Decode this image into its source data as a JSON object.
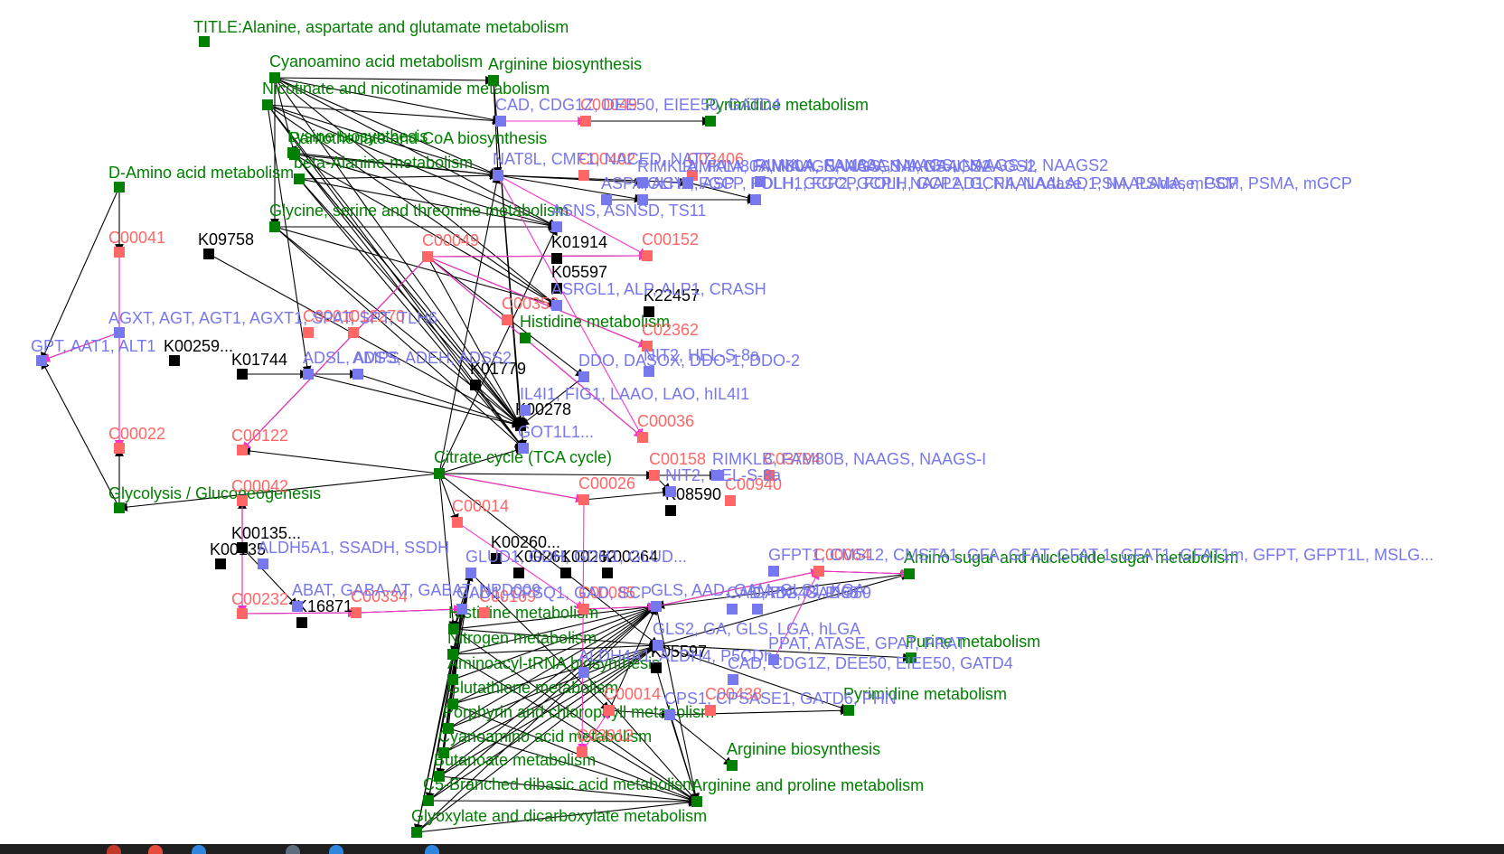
{
  "colors": {
    "map": "#008000",
    "compound": "#ff6666",
    "gene": "#7777ee",
    "ko": "#000000",
    "edge": "#000000",
    "relation_edge": "#ff33cc",
    "taskbar": "#1f1f1f"
  },
  "title": "TITLE:Alanine, aspartate and glutamate metabolism",
  "nodes": [
    {
      "id": "title",
      "type": "map",
      "label": "TITLE:Alanine, aspartate and glutamate metabolism"
    },
    {
      "id": "cyano1",
      "type": "map",
      "label": "Cyanoamino acid metabolism"
    },
    {
      "id": "arg1",
      "type": "map",
      "label": "Arginine biosynthesis"
    },
    {
      "id": "nic1",
      "type": "map",
      "label": "Nicotinate and nicotinamide metabolism"
    },
    {
      "id": "lys1",
      "type": "map",
      "label": "Lysine biosynthesis"
    },
    {
      "id": "panto1",
      "type": "map",
      "label": "Pantothenate and CoA biosynthesis"
    },
    {
      "id": "beta1",
      "type": "map",
      "label": "beta-Alanine metabolism"
    },
    {
      "id": "gly1",
      "type": "map",
      "label": "Glycine, serine and threonine metabolism"
    },
    {
      "id": "pyrmap1",
      "type": "map",
      "label": "Pyrimidine metabolism"
    },
    {
      "id": "damino",
      "type": "map",
      "label": "D-Amino acid metabolism"
    },
    {
      "id": "his1",
      "type": "map",
      "label": "Histidine metabolism"
    },
    {
      "id": "tca",
      "type": "map",
      "label": "Citrate cycle (TCA cycle)"
    },
    {
      "id": "glyco",
      "type": "map",
      "label": "Glycolysis / Gluconeogenesis"
    },
    {
      "id": "aminosugar",
      "type": "map",
      "label": "Amino sugar and nucleotide sugar metabolism"
    },
    {
      "id": "purmap",
      "type": "map",
      "label": "Purine metabolism"
    },
    {
      "id": "pyrmap2",
      "type": "map",
      "label": "Pyrimidine metabolism"
    },
    {
      "id": "arg2",
      "type": "map",
      "label": "Arginine biosynthesis"
    },
    {
      "id": "argpro",
      "type": "map",
      "label": "Arginine and proline metabolism"
    },
    {
      "id": "his2",
      "type": "map",
      "label": "Histidine metabolism"
    },
    {
      "id": "nitro",
      "type": "map",
      "label": "Nitrogen metabolism"
    },
    {
      "id": "aminoacyl",
      "type": "map",
      "label": "Aminoacyl-tRNA biosynthesis"
    },
    {
      "id": "glut",
      "type": "map",
      "label": "Glutathione metabolism"
    },
    {
      "id": "porph",
      "type": "map",
      "label": "Porphyrin and chlorophyll metabolism"
    },
    {
      "id": "cyano2",
      "type": "map",
      "label": "Cyanoamino acid metabolism"
    },
    {
      "id": "butan",
      "type": "map",
      "label": "Butanoate metabolism"
    },
    {
      "id": "c5",
      "type": "map",
      "label": "C5-Branched dibasic acid metabolism"
    },
    {
      "id": "glyox",
      "type": "map",
      "label": "Glyoxylate and dicarboxylate metabolism"
    },
    {
      "id": "c00041",
      "type": "compound",
      "label": "C00041"
    },
    {
      "id": "c00022",
      "type": "compound",
      "label": "C00022"
    },
    {
      "id": "c00122",
      "type": "compound",
      "label": "C00122"
    },
    {
      "id": "c00042",
      "type": "compound",
      "label": "C00042"
    },
    {
      "id": "c00232",
      "type": "compound",
      "label": "C00232"
    },
    {
      "id": "c00334",
      "type": "compound",
      "label": "C00334"
    },
    {
      "id": "c00014a",
      "type": "compound",
      "label": "C00014"
    },
    {
      "id": "c00152",
      "type": "compound",
      "label": "C00152"
    },
    {
      "id": "c02362",
      "type": "compound",
      "label": "C02362"
    },
    {
      "id": "c00036",
      "type": "compound",
      "label": "C00036"
    },
    {
      "id": "c00158",
      "type": "compound",
      "label": "C00158"
    },
    {
      "id": "c00026",
      "type": "compound",
      "label": "C00026"
    },
    {
      "id": "c00940",
      "type": "compound",
      "label": "C00940"
    },
    {
      "id": "c00014b",
      "type": "compound",
      "label": "C00014"
    },
    {
      "id": "c03912",
      "type": "compound",
      "label": "C03912"
    },
    {
      "id": "c00049a",
      "type": "compound",
      "label": "C00049"
    },
    {
      "id": "c00049b",
      "type": "compound",
      "label": "C00049"
    },
    {
      "id": "c00064",
      "type": "compound",
      "label": "C00064"
    },
    {
      "id": "c00085",
      "type": "compound",
      "label": "C00085"
    },
    {
      "id": "c00352",
      "type": "compound",
      "label": "C00352"
    },
    {
      "id": "c03406",
      "type": "compound",
      "label": "C03406"
    },
    {
      "id": "c03794",
      "type": "compound",
      "label": "C03794"
    },
    {
      "id": "c00402",
      "type": "compound",
      "label": "C00402"
    },
    {
      "id": "c00169",
      "type": "compound",
      "label": "C00169"
    },
    {
      "id": "c12270",
      "type": "compound",
      "label": "C12270"
    },
    {
      "id": "c00010",
      "type": "compound",
      "label": "C00010"
    },
    {
      "id": "c00438",
      "type": "compound",
      "label": "C00438"
    },
    {
      "id": "k09758",
      "type": "ko",
      "label": "K09758"
    },
    {
      "id": "k00259",
      "type": "ko",
      "label": "K00259..."
    },
    {
      "id": "k01744",
      "type": "ko",
      "label": "K01744"
    },
    {
      "id": "k01914",
      "type": "ko",
      "label": "K01914"
    },
    {
      "id": "k05597a",
      "type": "ko",
      "label": "K05597"
    },
    {
      "id": "k22457",
      "type": "ko",
      "label": "K22457"
    },
    {
      "id": "k01779",
      "type": "ko",
      "label": "K01779"
    },
    {
      "id": "k00278",
      "type": "ko",
      "label": "K00278"
    },
    {
      "id": "k08590",
      "type": "ko",
      "label": "K08590"
    },
    {
      "id": "k00135a",
      "type": "ko",
      "label": "K00135..."
    },
    {
      "id": "k00135b",
      "type": "ko",
      "label": "K00135"
    },
    {
      "id": "k16871",
      "type": "ko",
      "label": "K16871"
    },
    {
      "id": "k00260",
      "type": "ko",
      "label": "K00260..."
    },
    {
      "id": "k00261",
      "type": "ko",
      "label": "K00261"
    },
    {
      "id": "k00262",
      "type": "ko",
      "label": "K00262"
    },
    {
      "id": "k00264",
      "type": "ko",
      "label": "K00264"
    },
    {
      "id": "k05597b",
      "type": "ko",
      "label": "K05597"
    },
    {
      "id": "gpt",
      "type": "gene",
      "label": "GPT, AAT1, ALT1"
    },
    {
      "id": "agxt",
      "type": "gene",
      "label": "AGXT, AGT, AGT1, AGXT1, SPAT, SPT, TLH6"
    },
    {
      "id": "cad1",
      "type": "gene",
      "label": "CAD, CDG1Z, DEE50, EIEE50, GATD4"
    },
    {
      "id": "aspa",
      "type": "gene",
      "label": "ASPA, ACY2, ASP"
    },
    {
      "id": "naat",
      "type": "gene",
      "label": "NAT8L, CMF1, NACED, NAT7"
    },
    {
      "id": "rimkla1",
      "type": "gene",
      "label": "RIMKLA, FAM80A, NAAGS, NAAGS-II, NAAGS2"
    },
    {
      "id": "rimkla2",
      "type": "gene",
      "label": "RIMKLA, FAM80A, NAAGS, NAAGS-II, NAAGS2"
    },
    {
      "id": "rimkla3",
      "type": "gene",
      "label": "RIMKLA, FAM80A, NAAGS, NAAGS-II, NAAGS2"
    },
    {
      "id": "folh1a",
      "type": "gene",
      "label": "FOLH1, FGCP, FOLH, GCP2, GCPII, NAALAD1, NAALAdase, PSM, PSMA, mGCP"
    },
    {
      "id": "folh1b",
      "type": "gene",
      "label": "FOLH1, FGCP, FOLH, GCP2, GCPII, NAALAD1, NAALAdase, PSM, PSMA, mGCP"
    },
    {
      "id": "asns",
      "type": "gene",
      "label": "ASNS, ASNSD, TS11"
    },
    {
      "id": "asrgl1",
      "type": "gene",
      "label": "ASRGL1, ALP, ALP1, CRASH"
    },
    {
      "id": "gad1",
      "type": "gene",
      "label": "GAD1, CPSQ1, GAD, SCP"
    },
    {
      "id": "gad2",
      "type": "gene",
      "label": "GAD2, GAD65"
    },
    {
      "id": "adsl",
      "type": "gene",
      "label": "ADSL, AMPS"
    },
    {
      "id": "adss",
      "type": "gene",
      "label": "ADSS, ADEH, ADSS2"
    },
    {
      "id": "ddo",
      "type": "gene",
      "label": "DDO, DASOX, DDO-1, DDO-2"
    },
    {
      "id": "nit2a",
      "type": "gene",
      "label": "NIT2, HEL-S-8a"
    },
    {
      "id": "il4i1",
      "type": "gene",
      "label": "IL4I1, FIG1, LAAO, LAO, hIL4I1"
    },
    {
      "id": "got1l1",
      "type": "gene",
      "label": "GOT1L1..."
    },
    {
      "id": "rimklb",
      "type": "gene",
      "label": "RIMKLB, FAM80B, NAAGS, NAAGS-I"
    },
    {
      "id": "nit2b",
      "type": "gene",
      "label": "NIT2, HEL-S-8a"
    },
    {
      "id": "aldh5a1",
      "type": "gene",
      "label": "ALDH5A1, SSADH, SSDH"
    },
    {
      "id": "abat",
      "type": "gene",
      "label": "ABAT, GABA-AT, GABAT, NPD009"
    },
    {
      "id": "glud",
      "type": "gene",
      "label": "GLUD1, GDH, GDH1, GLUD..."
    },
    {
      "id": "gfpt1",
      "type": "gene",
      "label": "GFPT1, CMS12, CMSTA1, GFA, GFAT, GFAT 1, GFAT1, GFAT1m, GFPT, GFPT1L, MSLG..."
    },
    {
      "id": "gls",
      "type": "gene",
      "label": "GLS, AAD, GAM, GLS1, KGA"
    },
    {
      "id": "gls2",
      "type": "gene",
      "label": "GLS2, GA, GLS, LGA, hLGA"
    },
    {
      "id": "pigh",
      "type": "gene",
      "label": "CAD, PIG43, PIG59"
    },
    {
      "id": "ppat",
      "type": "gene",
      "label": "PPAT, ATASE, GPAT, PRAT"
    },
    {
      "id": "cad2",
      "type": "gene",
      "label": "CAD, CDG1Z, DEE50, EIEE50, GATD4"
    },
    {
      "id": "aldh4a1",
      "type": "gene",
      "label": "ALDH4A1, ALDH4, P5CDh"
    },
    {
      "id": "cps1",
      "type": "gene",
      "label": "CPS1, CPSASE1, GATD6, PHN"
    }
  ],
  "edges": [
    [
      "damino",
      "gpt"
    ],
    [
      "glyco",
      "gpt"
    ],
    [
      "damino",
      "c00041"
    ],
    [
      "glyco",
      "c00022"
    ],
    [
      "agxt",
      "gpt"
    ],
    [
      "c00041",
      "c00022"
    ],
    [
      "tca",
      "c00122"
    ],
    [
      "tca",
      "glyco"
    ],
    [
      "tca",
      "naat"
    ],
    [
      "tca",
      "asns"
    ],
    [
      "tca",
      "got1l1"
    ],
    [
      "tca",
      "c00014a"
    ],
    [
      "tca",
      "c00158"
    ],
    [
      "tca",
      "his2"
    ],
    [
      "tca",
      "gls2"
    ],
    [
      "tca",
      "c00026"
    ],
    [
      "k00135a",
      "abat"
    ],
    [
      "k00135a",
      "c00042"
    ],
    [
      "c00042",
      "c00232"
    ],
    [
      "c00232",
      "c00334"
    ],
    [
      "c00334",
      "gad1"
    ],
    [
      "gad1",
      "glud"
    ],
    [
      "glud",
      "c00014b"
    ],
    [
      "cyano1",
      "arg1"
    ],
    [
      "cyano1",
      "cad1"
    ],
    [
      "cyano1",
      "naat"
    ],
    [
      "cyano1",
      "asns"
    ],
    [
      "cyano1",
      "asrgl1"
    ],
    [
      "cyano1",
      "k00278"
    ],
    [
      "cyano1",
      "gly1"
    ],
    [
      "cyano1",
      "panto1"
    ],
    [
      "nic1",
      "cad1"
    ],
    [
      "nic1",
      "naat"
    ],
    [
      "nic1",
      "asns"
    ],
    [
      "nic1",
      "k00278"
    ],
    [
      "nic1",
      "asrgl1"
    ],
    [
      "nic1",
      "got1l1"
    ],
    [
      "nic1",
      "adsl"
    ],
    [
      "lys1",
      "naat"
    ],
    [
      "lys1",
      "k00278"
    ],
    [
      "lys1",
      "asns"
    ],
    [
      "panto1",
      "naat"
    ],
    [
      "panto1",
      "k00278"
    ],
    [
      "panto1",
      "asrgl1"
    ],
    [
      "panto1",
      "got1l1"
    ],
    [
      "beta1",
      "k00278"
    ],
    [
      "beta1",
      "asns"
    ],
    [
      "beta1",
      "naat"
    ],
    [
      "beta1",
      "got1l1"
    ],
    [
      "gly1",
      "k00278"
    ],
    [
      "gly1",
      "asns"
    ],
    [
      "gly1",
      "asrgl1"
    ],
    [
      "gly1",
      "got1l1"
    ],
    [
      "arg1",
      "k00278"
    ],
    [
      "arg1",
      "got1l1"
    ],
    [
      "arg1",
      "naat"
    ],
    [
      "cad1",
      "pyrmap1"
    ],
    [
      "naat",
      "rimkla1"
    ],
    [
      "naat",
      "rimkla2"
    ],
    [
      "naat",
      "folh1a"
    ],
    [
      "rimkla2",
      "folh1b"
    ],
    [
      "aspa",
      "folh1b"
    ],
    [
      "k09758",
      "k00278"
    ],
    [
      "adsl",
      "k00278"
    ],
    [
      "adss",
      "k00278"
    ],
    [
      "k01744",
      "adsl"
    ],
    [
      "adsl",
      "adss"
    ],
    [
      "k01779",
      "k00278"
    ],
    [
      "ddo",
      "k00278"
    ],
    [
      "il4i1",
      "k00278"
    ],
    [
      "c00049a",
      "ddo"
    ],
    [
      "c00049a",
      "c00036"
    ],
    [
      "c00049a",
      "c02362"
    ],
    [
      "c00049a",
      "c00152"
    ],
    [
      "c00049a",
      "c00122"
    ],
    [
      "c00049a",
      "k00278"
    ],
    [
      "c00158",
      "rimklb"
    ],
    [
      "c00158",
      "nit2b"
    ],
    [
      "c00026",
      "nit2b"
    ],
    [
      "gls",
      "aminosugar"
    ],
    [
      "gls2",
      "aminosugar"
    ],
    [
      "gls2",
      "purmap"
    ],
    [
      "gls2",
      "pyrmap2"
    ],
    [
      "cps1",
      "pyrmap2"
    ],
    [
      "cps1",
      "arg2"
    ],
    [
      "cps1",
      "argpro"
    ],
    [
      "gls",
      "argpro"
    ],
    [
      "his2",
      "gad1"
    ],
    [
      "nitro",
      "gad1"
    ],
    [
      "aminoacyl",
      "gad1"
    ],
    [
      "glut",
      "gad1"
    ],
    [
      "porph",
      "gad1"
    ],
    [
      "cyano2",
      "gad1"
    ],
    [
      "butan",
      "gad1"
    ],
    [
      "c5",
      "gad1"
    ],
    [
      "glyox",
      "gad1"
    ],
    [
      "his2",
      "gls"
    ],
    [
      "nitro",
      "gls"
    ],
    [
      "aminoacyl",
      "gls"
    ],
    [
      "glut",
      "gls"
    ],
    [
      "porph",
      "gls"
    ],
    [
      "cyano2",
      "gls"
    ],
    [
      "butan",
      "gls"
    ],
    [
      "c5",
      "gls"
    ],
    [
      "glyox",
      "gls"
    ],
    [
      "his2",
      "gls2"
    ],
    [
      "nitro",
      "gls2"
    ],
    [
      "glut",
      "gls2"
    ],
    [
      "porph",
      "gls2"
    ],
    [
      "c5",
      "gls2"
    ],
    [
      "glyox",
      "gls2"
    ],
    [
      "butan",
      "gls2"
    ],
    [
      "cyano2",
      "gls2"
    ],
    [
      "his2",
      "argpro"
    ],
    [
      "nitro",
      "argpro"
    ],
    [
      "glyox",
      "argpro"
    ],
    [
      "c5",
      "argpro"
    ],
    [
      "butan",
      "argpro"
    ],
    [
      "porph",
      "argpro"
    ],
    [
      "glut",
      "argpro"
    ],
    [
      "c00014b",
      "cps1"
    ],
    [
      "c00014b",
      "gls"
    ],
    [
      "k05597b",
      "argpro"
    ],
    [
      "aldh4a1",
      "argpro"
    ],
    [
      "c00064",
      "gls"
    ],
    [
      "c00064",
      "aminosugar"
    ],
    [
      "c00085",
      "gls"
    ],
    [
      "glud",
      "his2"
    ],
    [
      "glud",
      "glyox"
    ],
    [
      "glud",
      "c5"
    ],
    [
      "glud",
      "butan"
    ],
    [
      "glud",
      "nitro"
    ]
  ],
  "pink_edges": [
    [
      "c00041",
      "c00022"
    ],
    [
      "agxt",
      "gpt"
    ],
    [
      "c00049a",
      "c00122"
    ],
    [
      "c00049a",
      "c00036"
    ],
    [
      "c00049a",
      "c00152"
    ],
    [
      "c00049a",
      "c02362"
    ],
    [
      "naat",
      "c00152"
    ],
    [
      "naat",
      "c00036"
    ],
    [
      "c00042",
      "c00232"
    ],
    [
      "c00232",
      "c00334"
    ],
    [
      "c00334",
      "gad1"
    ],
    [
      "tca",
      "c00026"
    ],
    [
      "c00014a",
      "c00085"
    ],
    [
      "c00026",
      "c03912"
    ],
    [
      "c00064",
      "aminosugar"
    ],
    [
      "gls",
      "c00064"
    ],
    [
      "c00085",
      "gls"
    ],
    [
      "c03912",
      "c00014b"
    ],
    [
      "ppat",
      "c00064"
    ],
    [
      "cad1",
      "c00049b"
    ]
  ]
}
